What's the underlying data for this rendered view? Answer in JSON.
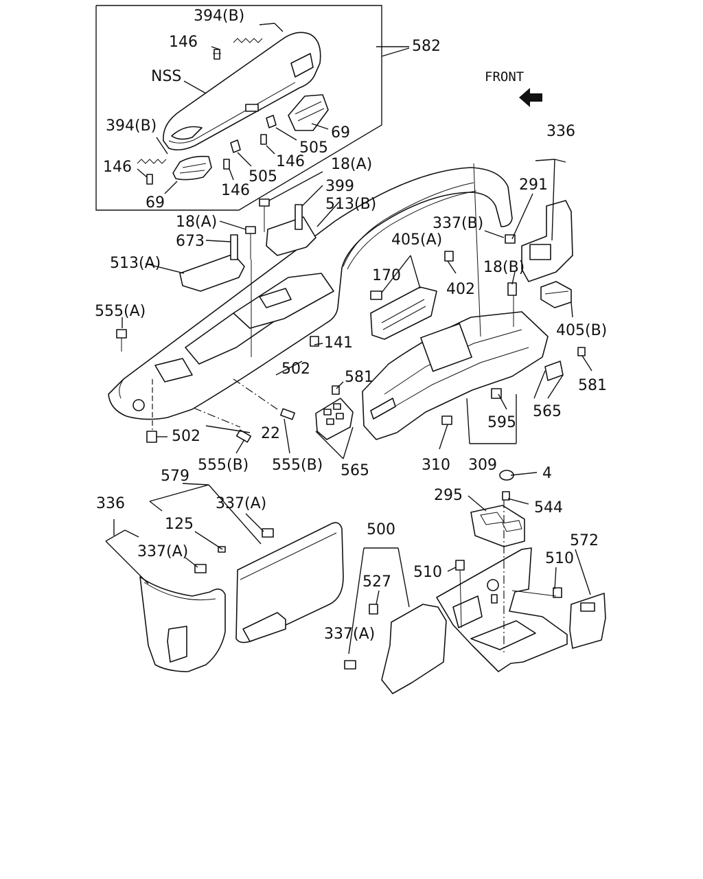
{
  "front_label": "FRONT",
  "labels": {
    "l394b_top": "394(B)",
    "l146_top": "146",
    "l582": "582",
    "lnss": "NSS",
    "l394b_left": "394(B)",
    "l69_right": "69",
    "l505_right": "505",
    "l146_left": "146",
    "l146_mid": "146",
    "l505_mid": "505",
    "l146_bot": "146",
    "l69_left": "69",
    "l18a_top": "18(A)",
    "l399": "399",
    "l513b": "513(B)",
    "l18a_left": "18(A)",
    "l673": "673",
    "l513a": "513(A)",
    "l555a": "555(A)",
    "l336_top": "336",
    "l291": "291",
    "l337b": "337(B)",
    "l405a": "405(A)",
    "l170": "170",
    "l402": "402",
    "l18b": "18(B)",
    "l405b": "405(B)",
    "l141": "141",
    "l502_top": "502",
    "l581_mid": "581",
    "l581_right": "581",
    "l565_right": "565",
    "l595": "595",
    "l502_bot": "502",
    "l22": "22",
    "l555b_left": "555(B)",
    "l555b_mid": "555(B)",
    "l565_mid": "565",
    "l310": "310",
    "l309": "309",
    "l4": "4",
    "l579": "579",
    "l336_bot": "336",
    "l337a_top": "337(A)",
    "l125": "125",
    "l337a_mid": "337(A)",
    "l500": "500",
    "l295": "295",
    "l544": "544",
    "l572": "572",
    "l510_left": "510",
    "l510_right": "510",
    "l527": "527",
    "l337a_bot": "337(A)"
  }
}
